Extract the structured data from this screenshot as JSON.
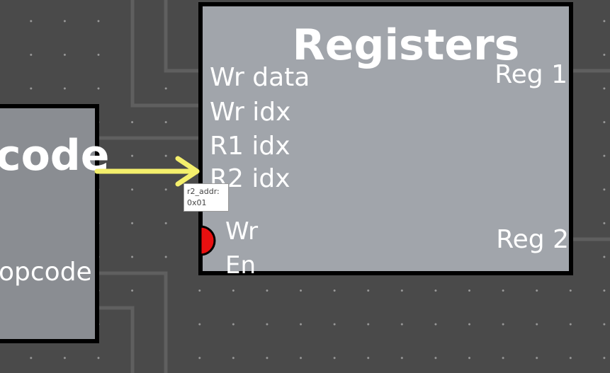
{
  "registers": {
    "title": "Registers",
    "inputs": {
      "wr_data": "Wr data",
      "wr_idx": "Wr idx",
      "r1_idx": "R1 idx",
      "r2_idx": "R2 idx",
      "wr_en_line1": "Wr",
      "wr_en_line2": "En"
    },
    "outputs": {
      "reg1": "Reg 1",
      "reg2": "Reg 2"
    }
  },
  "decoder": {
    "title_fragment": "code",
    "output_fragment": "opcode"
  },
  "tooltip": {
    "line1": "r2_addr:",
    "line2": "0x01"
  },
  "colors": {
    "background": "#4a4a4a",
    "registers_fill": "#a1a5ab",
    "decoder_fill": "#8a8d92",
    "wire": "#5f5f5f",
    "highlight_arrow": "#f4ef6c",
    "wr_en_dot": "#e81010"
  }
}
